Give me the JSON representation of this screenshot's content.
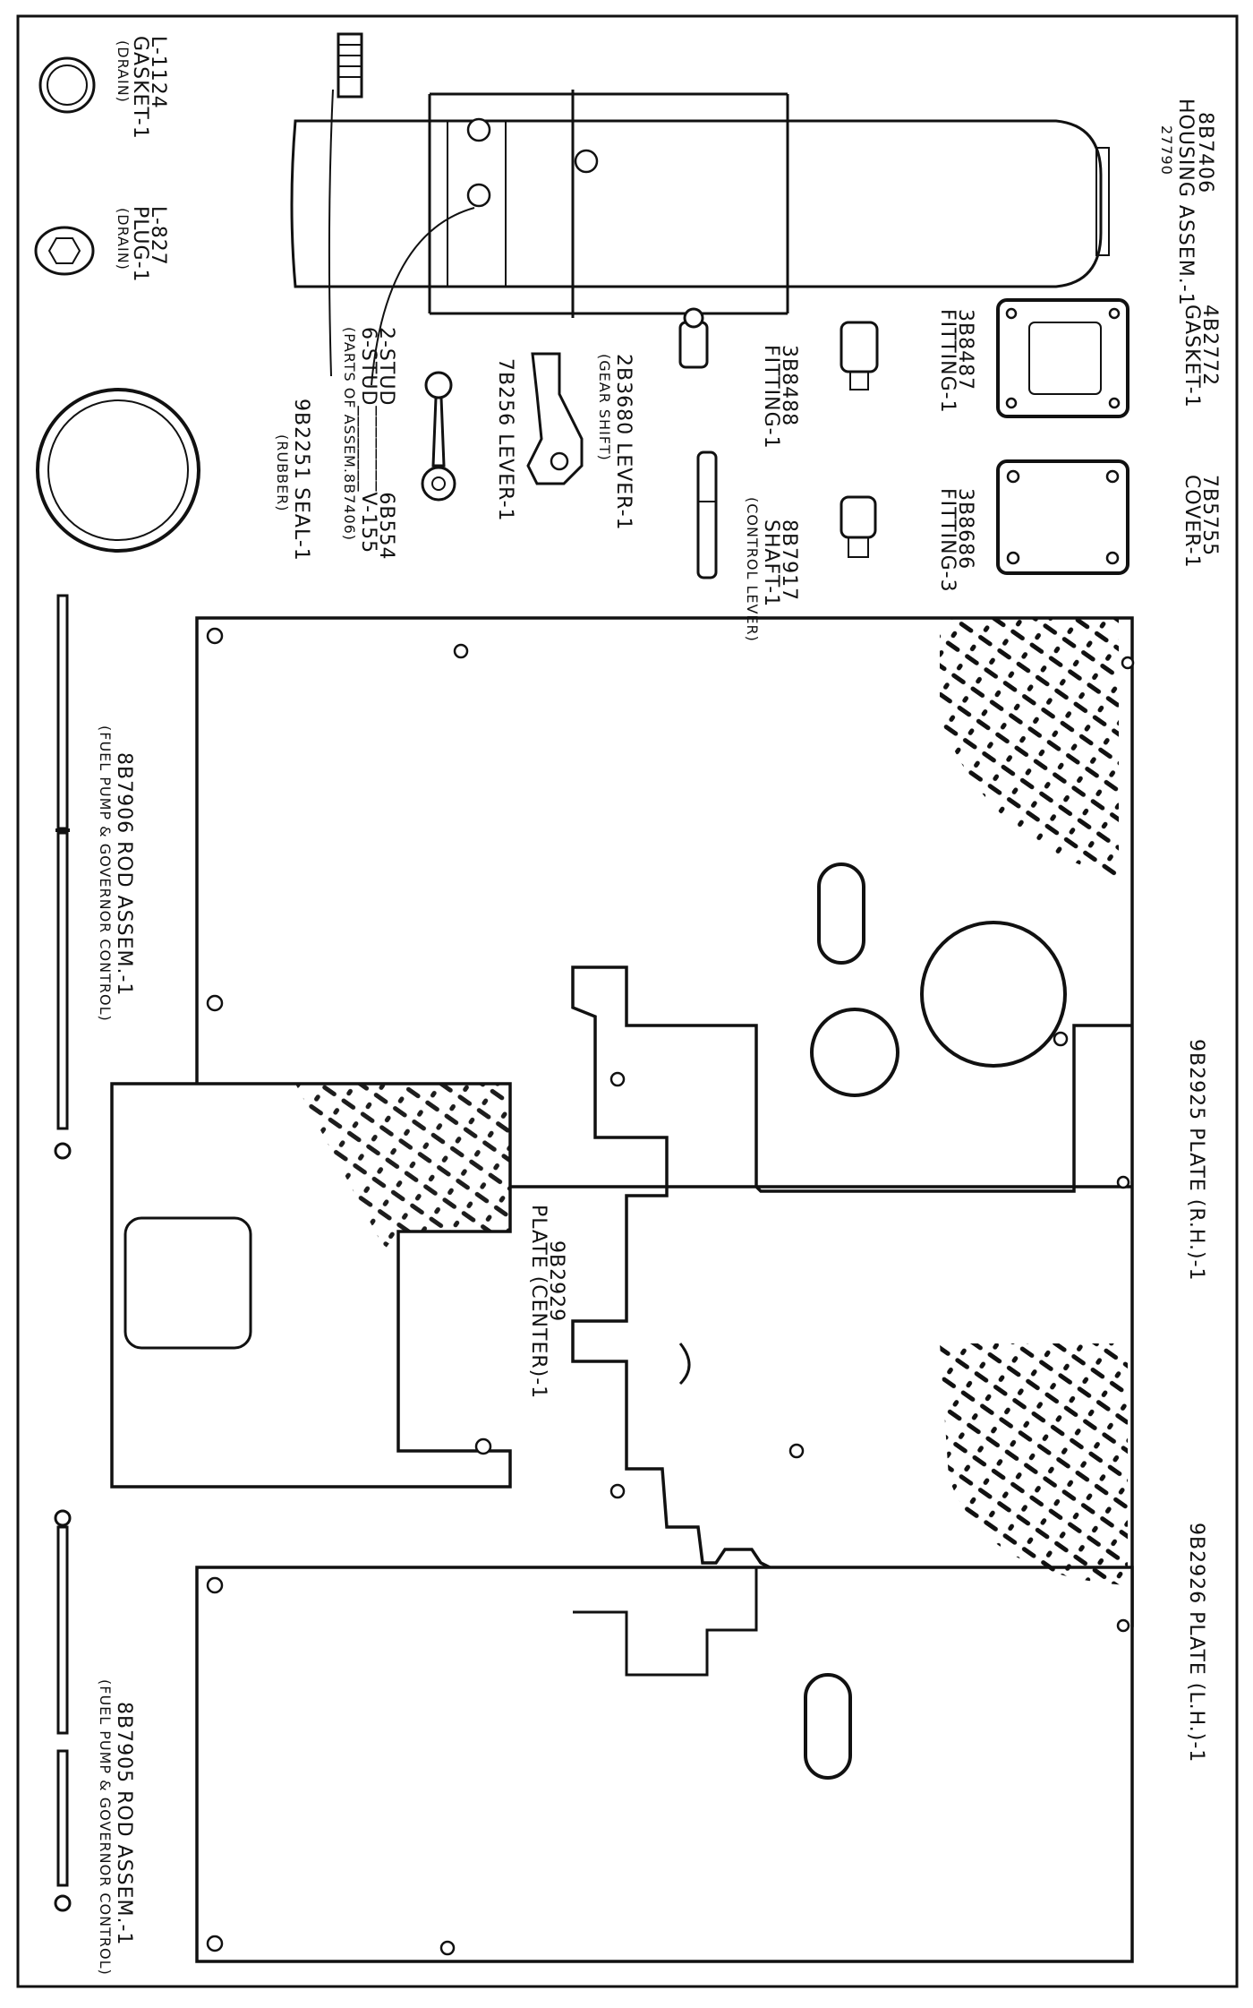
{
  "labels": {
    "gasket_drain_part": "L-1124",
    "gasket_drain_name": "GASKET-1",
    "gasket_drain_note": "(DRAIN)",
    "plug_drain_part": "L-827",
    "plug_drain_name": "PLUG-1",
    "plug_drain_note": "(DRAIN)",
    "housing_part": "8B7406",
    "housing_name": "HOUSING ASSEM.-1",
    "housing_code": "27790",
    "seal_part": "9B2251 SEAL-1",
    "seal_note": "(RUBBER)",
    "stud_2": "2-STUD________6B554",
    "stud_6": "6-STUD________V-155",
    "stud_note": "(PARTS OF ASSEM.8B7406)",
    "lever_1": "7B256 LEVER-1",
    "lever_gear": "2B3680 LEVER-1",
    "lever_gear_note": "(GEAR SHIFT)",
    "shaft_part": "8B7917",
    "shaft_name": "SHAFT-1",
    "shaft_note": "(CONTROL LEVER)",
    "fitting_488_part": "3B8488",
    "fitting_488_name": "FITTING-1",
    "fitting_487_part": "3B8487",
    "fitting_487_name": "FITTING-1",
    "fitting_686_part": "3B8686",
    "fitting_686_name": "FITTING-3",
    "gasket_part": "4B2772",
    "gasket_name": "GASKET-1",
    "cover_part": "7B5755",
    "cover_name": "COVER-1",
    "rod_906": "8B7906 ROD ASSEM.-1",
    "rod_906_note": "(FUEL PUMP & GOVERNOR CONTROL)",
    "rod_905": "8B7905 ROD ASSEM.-1",
    "rod_905_note": "(FUEL PUMP & GOVERNOR CONTROL)",
    "plate_rh": "9B2925 PLATE (R.H.)-1",
    "plate_center_part": "9B2929",
    "plate_center_name": "PLATE (CENTER)-1",
    "plate_lh": "9B2926 PLATE (L.H.)-1"
  }
}
